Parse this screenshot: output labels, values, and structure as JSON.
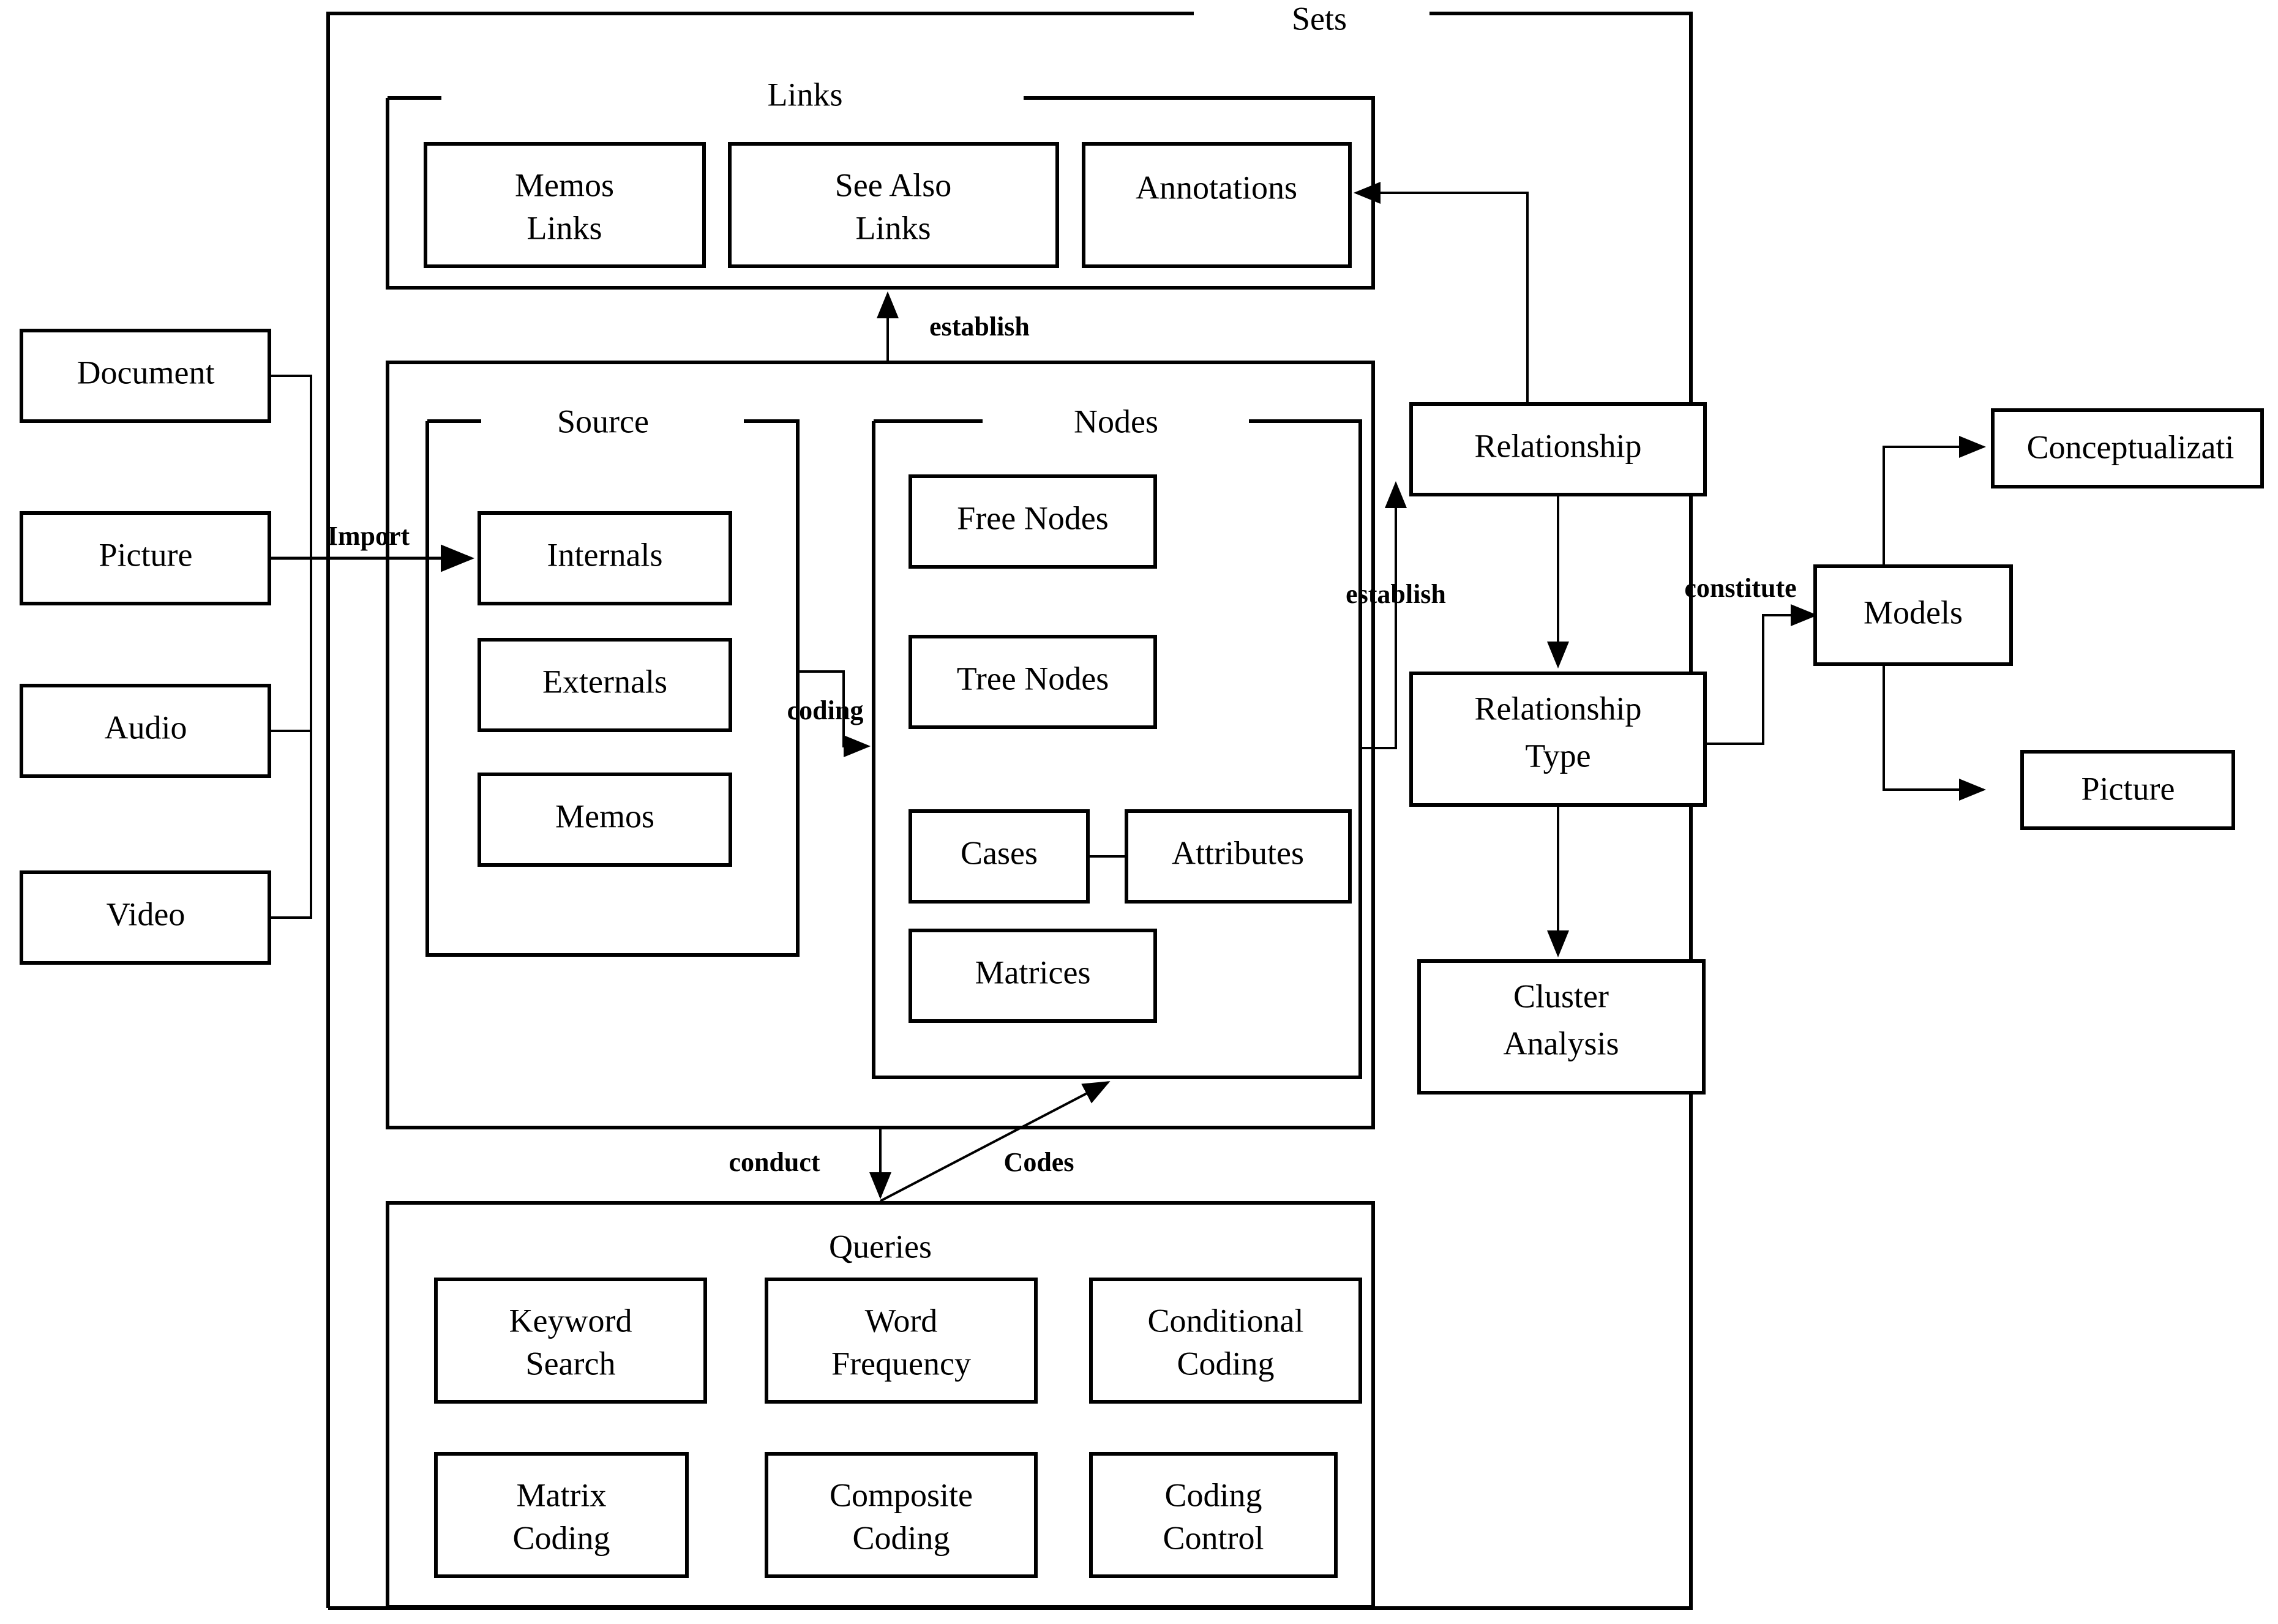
{
  "diagram": {
    "title": "NVivo qualitative data analysis structure diagram",
    "colors": {
      "stroke": "#000000",
      "fill": "#ffffff",
      "text": "#000000"
    }
  },
  "outer_group": {
    "label": "Sets"
  },
  "inputs": [
    {
      "label": "Document"
    },
    {
      "label": "Picture"
    },
    {
      "label": "Audio"
    },
    {
      "label": "Video"
    }
  ],
  "links_group": {
    "label": "Links",
    "items": [
      {
        "label": "Memos\nLinks",
        "line1": "Memos",
        "line2": "Links"
      },
      {
        "label": "See Also\nLinks",
        "line1": "See Also",
        "line2": "Links"
      },
      {
        "label": "Annotations",
        "line1": "Annotations",
        "line2": ""
      }
    ]
  },
  "source_group": {
    "label": "Source",
    "items": [
      {
        "label": "Internals"
      },
      {
        "label": "Externals"
      },
      {
        "label": "Memos"
      }
    ]
  },
  "nodes_group": {
    "label": "Nodes",
    "items": [
      {
        "label": "Free Nodes"
      },
      {
        "label": "Tree Nodes"
      },
      {
        "label": "Cases"
      },
      {
        "label": "Attributes"
      },
      {
        "label": "Matrices"
      }
    ]
  },
  "queries_group": {
    "label": "Queries",
    "items": [
      {
        "line1": "Keyword",
        "line2": "Search"
      },
      {
        "line1": "Word",
        "line2": "Frequency"
      },
      {
        "line1": "Conditional",
        "line2": "Coding"
      },
      {
        "line1": "Matrix",
        "line2": "Coding"
      },
      {
        "line1": "Composite",
        "line2": "Coding"
      },
      {
        "line1": "Coding",
        "line2": "Control"
      }
    ]
  },
  "relationship": {
    "line1": "Relationship",
    "line2": ""
  },
  "relationship_type": {
    "line1": "Relationship",
    "line2": "Type"
  },
  "cluster_analysis": {
    "line1": "Cluster",
    "line2": "Analysis"
  },
  "models": {
    "label": "Models"
  },
  "outputs": [
    {
      "label": "Conceptualizati"
    },
    {
      "label": "Picture"
    }
  ],
  "edge_labels": {
    "import": "Import",
    "coding": "coding",
    "establish_links": "establish",
    "establish_relationship": "establish",
    "constitute": "constitute",
    "conduct": "conduct",
    "codes": "Codes"
  }
}
